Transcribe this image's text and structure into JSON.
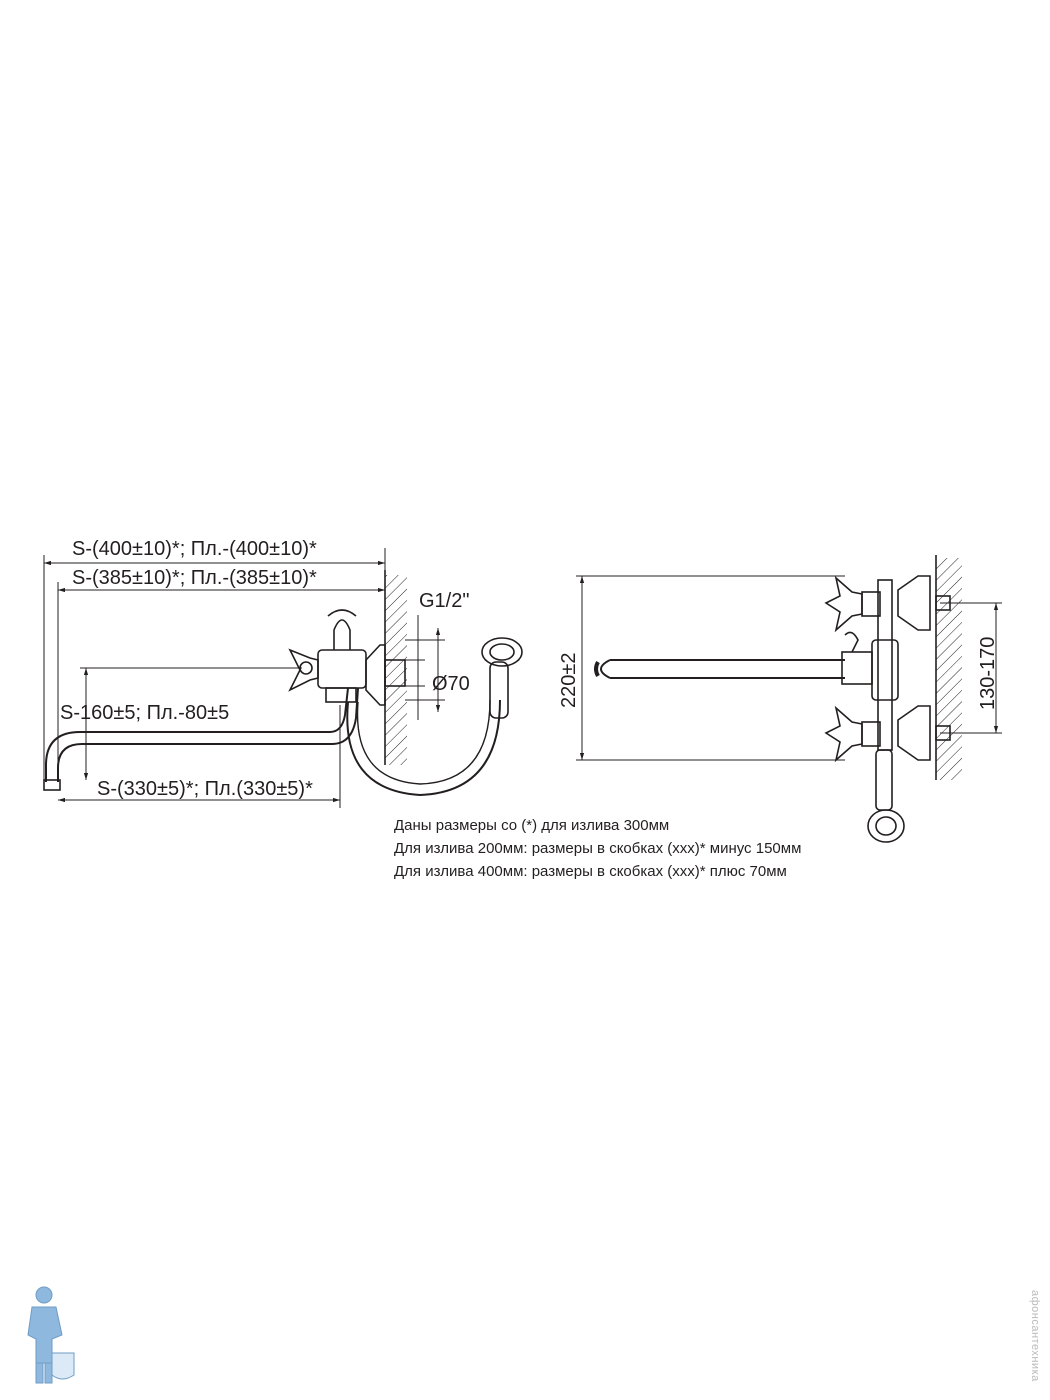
{
  "dimensions": {
    "spout_length_outer": "S-(400±10)*; Пл.-(400±10)*",
    "spout_length_inner": "S-(385±10)*; Пл.-(385±10)*",
    "thread": "G1/2\"",
    "flange_diameter": "Ø70",
    "spout_height": "S-160±5; Пл.-80±5",
    "spout_reach": "S-(330±5)*; Пл.(330±5)*",
    "overall_height": "220±2",
    "inlet_spacing": "130-170"
  },
  "notes": [
    "Даны размеры со (*) для излива 300мм",
    "Для излива 200мм: размеры в скобках (xxx)* минус 150мм",
    "Для излива 400мм: размеры в скобках (xxx)* плюс 70мм"
  ],
  "watermark": "афонсантехника",
  "colors": {
    "ink": "#231f20",
    "logo": "#8fb8de"
  }
}
